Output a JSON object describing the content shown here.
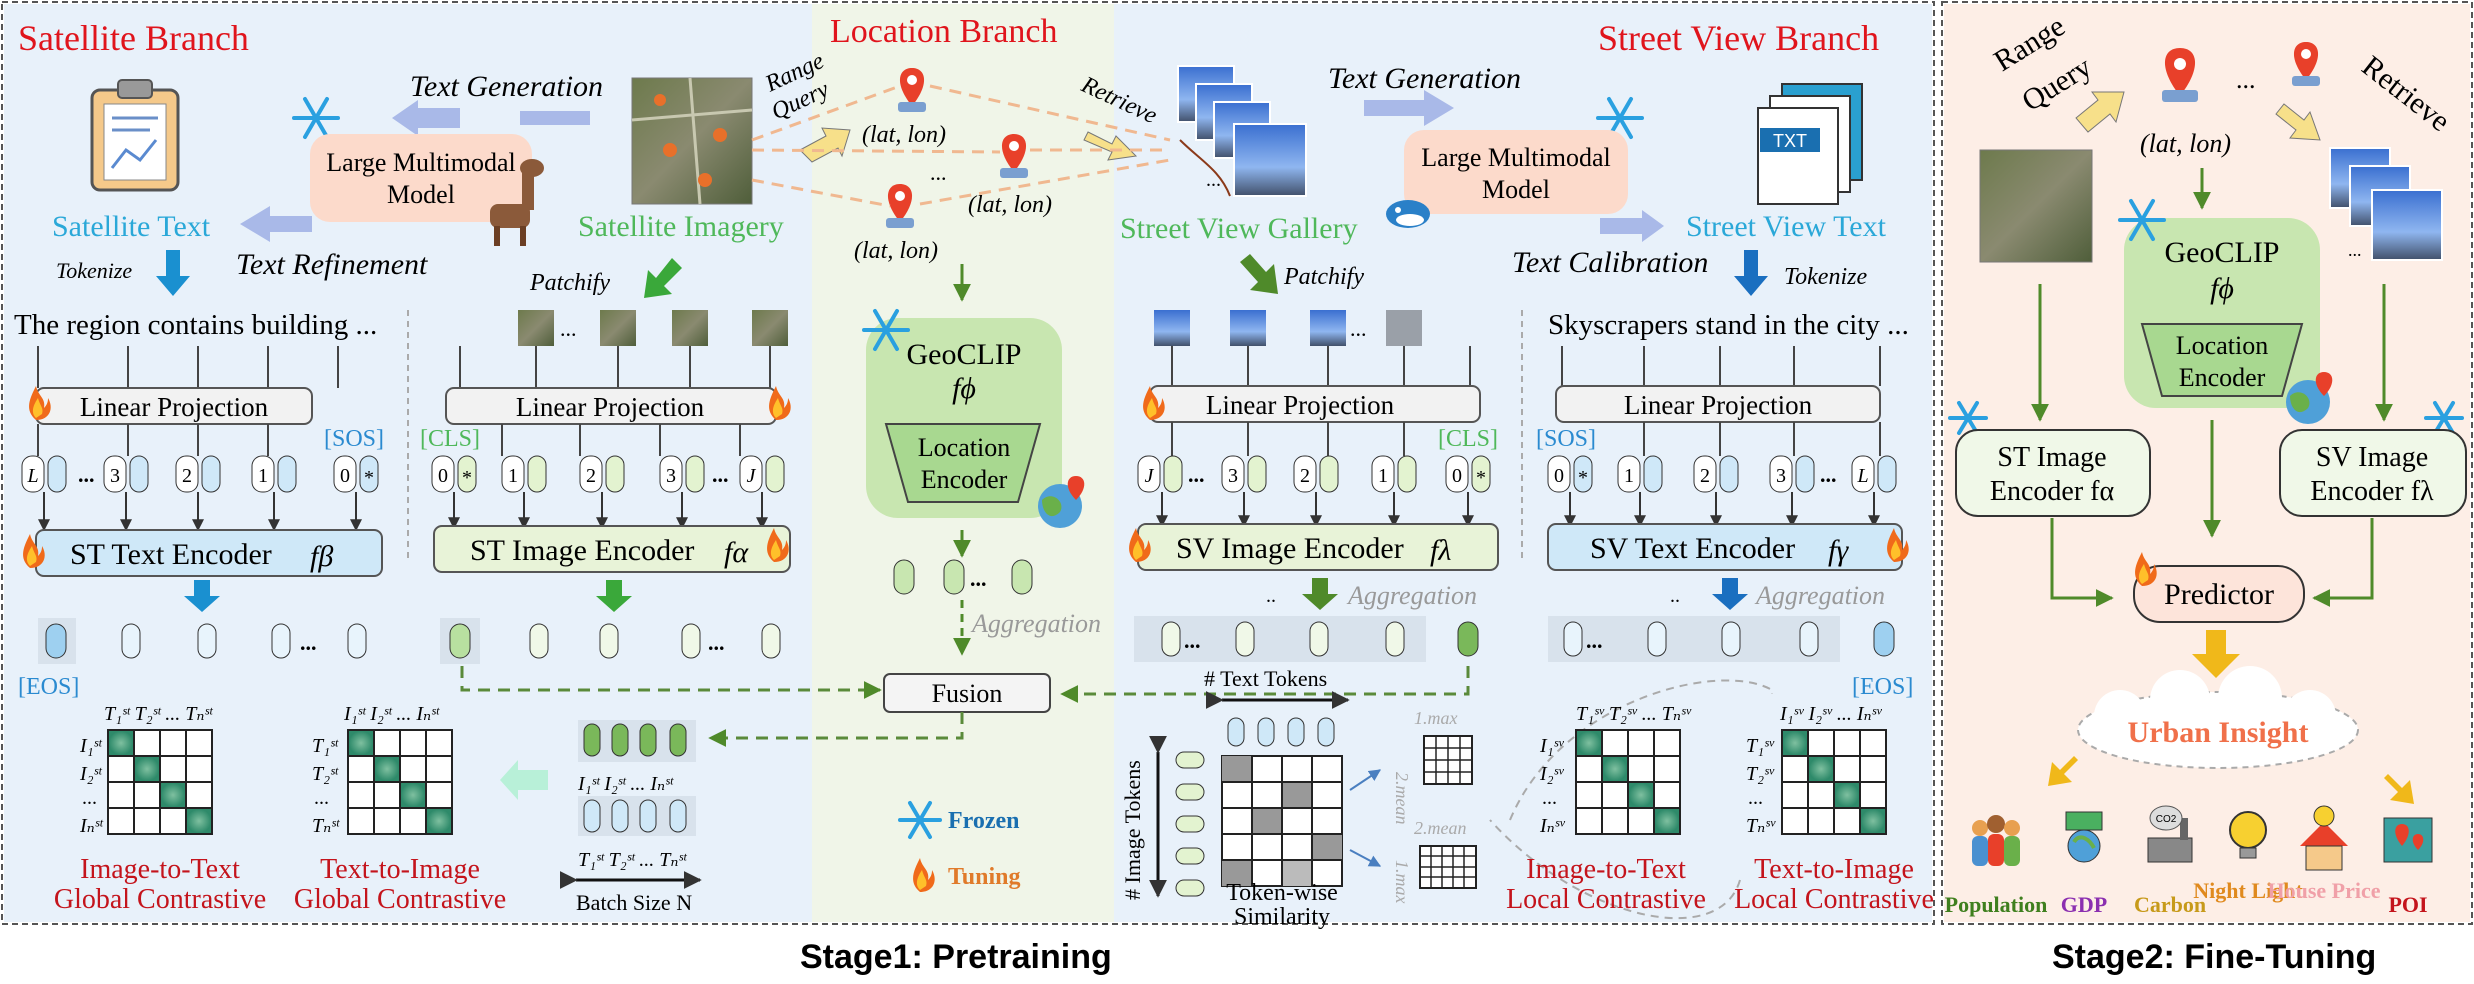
{
  "stage1": {
    "caption": "Stage1: Pretraining",
    "satellite": {
      "title": "Satellite Branch",
      "text_generation": "Text Generation",
      "lmm": [
        "Large Multimodal",
        "Model"
      ],
      "satellite_text": "Satellite Text",
      "satellite_imagery": "Satellite Imagery",
      "text_refinement": "Text Refinement",
      "tokenize": "Tokenize",
      "patchify": "Patchify",
      "sample_text": "The region contains building ...",
      "linear_projection": "Linear Projection",
      "sos": "[SOS]",
      "cls": "[CLS]",
      "eos": "[EOS]",
      "text_tokens": [
        "L",
        "3",
        "2",
        "1",
        "0"
      ],
      "image_tokens": [
        "0",
        "1",
        "2",
        "3",
        "J"
      ],
      "ellipsis": "...",
      "star": "*",
      "text_encoder": "ST Text Encoder",
      "text_encoder_sym": "fβ",
      "image_encoder": "ST Image Encoder",
      "image_encoder_sym": "fα",
      "matrix1_cols": "T₁ˢᵗ T₂ˢᵗ ... Tₙˢᵗ",
      "matrix1_rows": [
        "I₁ˢᵗ",
        "I₂ˢᵗ",
        "...",
        "Iₙˢᵗ"
      ],
      "matrix2_cols": "I₁ˢᵗ I₂ˢᵗ ... Iₙˢᵗ",
      "matrix2_rows": [
        "T₁ˢᵗ",
        "T₂ˢᵗ",
        "...",
        "Tₙˢᵗ"
      ],
      "loss1": [
        "Image-to-Text",
        "Global Contrastive"
      ],
      "loss2": [
        "Text-to-Image",
        "Global Contrastive"
      ]
    },
    "location": {
      "title": "Location Branch",
      "range_query": [
        "Range",
        "Query"
      ],
      "retrieve": "Retrieve",
      "coord": "(lat, lon)",
      "geoclip": "GeoCLIP",
      "geoclip_sym": "fϕ",
      "location_encoder": [
        "Location",
        "Encoder"
      ],
      "aggregation": "Aggregation",
      "fusion": "Fusion",
      "batch_i": "I₁ˢᵗ I₂ˢᵗ ... Iₙˢᵗ",
      "batch_t": "T₁ˢᵗ T₂ˢᵗ ... Tₙˢᵗ",
      "batch_size": "Batch Size N",
      "frozen": "Frozen",
      "tuning": "Tuning"
    },
    "street": {
      "title": "Street View Branch",
      "text_generation": "Text Generation",
      "lmm": [
        "Large Multimodal",
        "Model"
      ],
      "gallery": "Street View Gallery",
      "street_text": "Street View Text",
      "text_calibration": "Text Calibration",
      "tokenize": "Tokenize",
      "patchify": "Patchify",
      "sample_text": "Skyscrapers stand in the city ...",
      "linear_projection": "Linear Projection",
      "cls": "[CLS]",
      "sos": "[SOS]",
      "eos": "[EOS]",
      "image_tokens": [
        "J",
        "3",
        "2",
        "1",
        "0"
      ],
      "text_tokens": [
        "0",
        "1",
        "2",
        "3",
        "L"
      ],
      "image_encoder": "SV Image Encoder",
      "image_encoder_sym": "fλ",
      "text_encoder": "SV Text Encoder",
      "text_encoder_sym": "fγ",
      "aggregation": "Aggregation",
      "text_tokens_label": "# Text Tokens",
      "image_tokens_label": "# Image Tokens",
      "similarity": [
        "Token-wise",
        "Similarity"
      ],
      "max1": "1.max",
      "mean2": "2.mean",
      "mean2b": "2.mean",
      "max1b": "1.max",
      "matrix3_cols": "T₁ˢᵛ T₂ˢᵛ ... Tₙˢᵛ",
      "matrix3_rows": [
        "I₁ˢᵛ",
        "I₂ˢᵛ",
        "...",
        "Iₙˢᵛ"
      ],
      "matrix4_cols": "I₁ˢᵛ I₂ˢᵛ ... Iₙˢᵛ",
      "matrix4_rows": [
        "T₁ˢᵛ",
        "T₂ˢᵛ",
        "...",
        "Tₙˢᵛ"
      ],
      "loss3": [
        "Image-to-Text",
        "Local Contrastive"
      ],
      "loss4": [
        "Text-to-Image",
        "Local Contrastive"
      ]
    }
  },
  "stage2": {
    "caption": "Stage2: Fine-Tuning",
    "range_query": [
      "Range",
      "Query"
    ],
    "retrieve": "Retrieve",
    "coord": "(lat, lon)",
    "ellipsis": "...",
    "geoclip": "GeoCLIP",
    "geoclip_sym": "fϕ",
    "location_encoder": [
      "Location",
      "Encoder"
    ],
    "st_encoder": [
      "ST Image",
      "Encoder fα"
    ],
    "sv_encoder": [
      "SV Image",
      "Encoder fλ"
    ],
    "predictor": "Predictor",
    "insight": "Urban Insight",
    "outputs": [
      {
        "label": "Population",
        "color": "#3f7f1e"
      },
      {
        "label": "GDP",
        "color": "#8b2fb0"
      },
      {
        "label": "Carbon",
        "color": "#c79a1a"
      },
      {
        "label": "Night Light",
        "color": "#e08a1e"
      },
      {
        "label": "House Price",
        "color": "#f0a0a8"
      },
      {
        "label": "POI",
        "color": "#c4141c"
      }
    ]
  },
  "colors": {
    "red_title": "#e0141c",
    "green_arrow": "#4f8a2a",
    "blue_text": "#2aa8d8",
    "sat_text_green": "#4fb85a"
  }
}
